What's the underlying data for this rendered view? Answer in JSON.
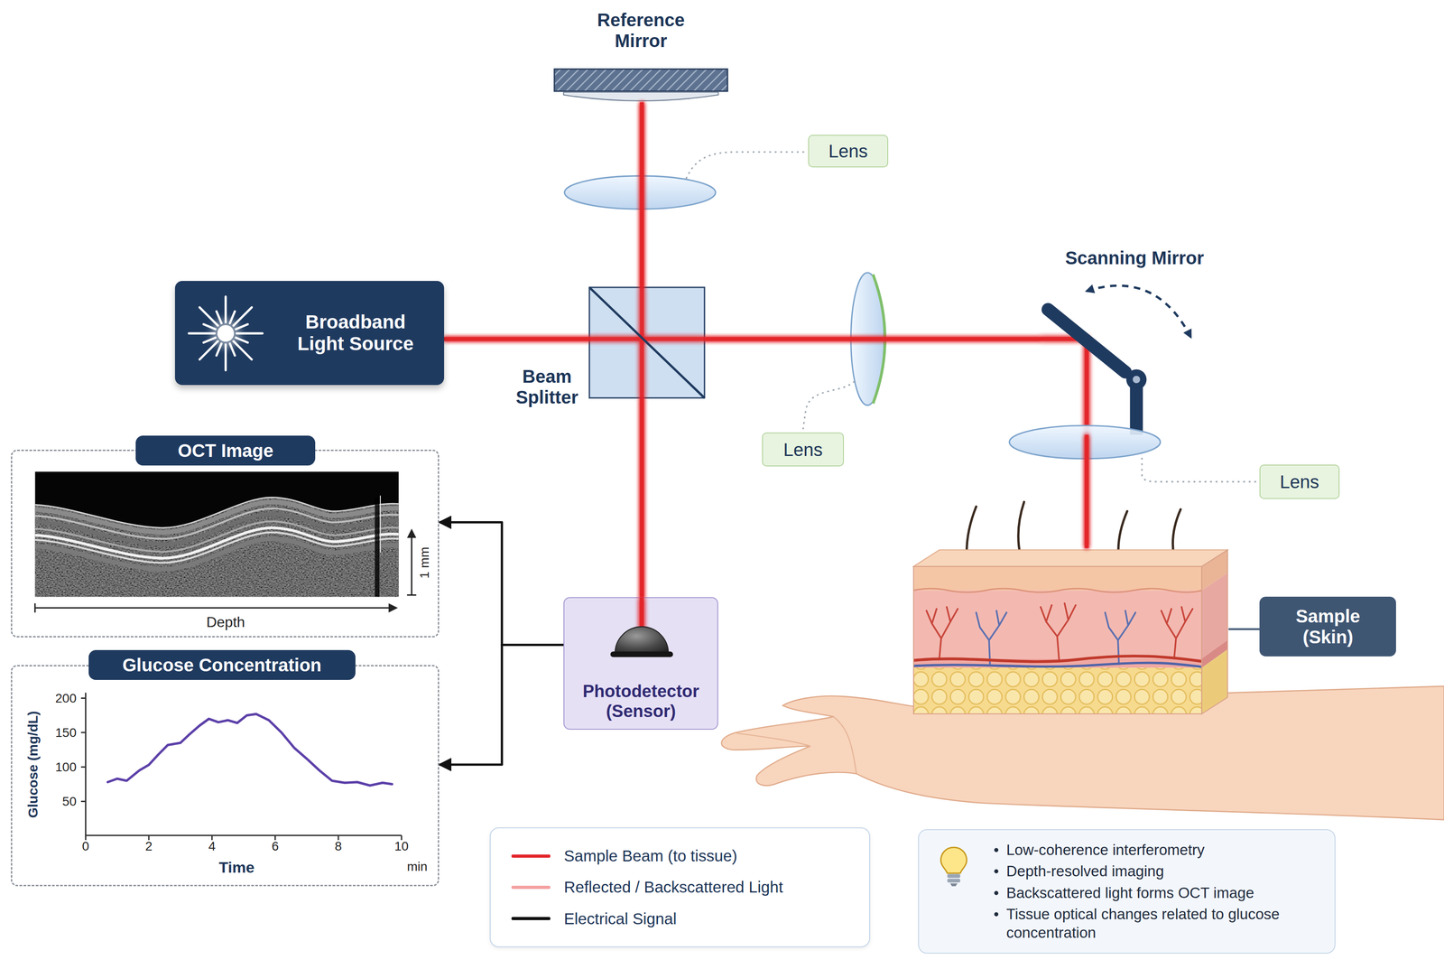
{
  "diagram": {
    "nodes": [
      {
        "text": [
          "Reference Mirror"
        ]
      },
      {
        "text": [
          "Lens"
        ]
      },
      {
        "text": [
          "Scanning Mirror"
        ]
      },
      {
        "text": [
          "Broadband Light Source"
        ]
      },
      {
        "text": [
          "Beam Splitter"
        ]
      },
      {
        "text": [
          "Lens"
        ]
      },
      {
        "text": [
          "Lens"
        ]
      },
      {
        "text": [
          "OCT Image"
        ]
      },
      {
        "text": [
          "Sample (Skin)"
        ]
      },
      {
        "text": [
          "Photodetector (Sensor)"
        ]
      },
      {
        "text": [
          "Glucose Concentration"
        ]
      },
      {
        "text": [
          "Low-coherence interferometry",
          "Depth-resolved imaging",
          "Backscattered light forms OCT image",
          "Tissue optical changes related to glucose concentration"
        ]
      }
    ],
    "edges": [
      {
        "from": 3,
        "to": 4,
        "arrow": "none"
      },
      {
        "from": 4,
        "to": 0,
        "arrow": "none"
      },
      {
        "from": 4,
        "to": 2,
        "arrow": "none"
      },
      {
        "from": 2,
        "to": 8,
        "arrow": "none"
      },
      {
        "from": 4,
        "to": 9,
        "arrow": "none"
      },
      {
        "from": 9,
        "to": 7,
        "arrow": "to"
      },
      {
        "from": 9,
        "to": 10,
        "arrow": "to"
      }
    ],
    "labels": [
      "1 mm",
      "Depth",
      "200",
      "150",
      "100",
      "50",
      "Glucose (mg/dL)",
      "0",
      "2",
      "4",
      "6",
      "8",
      "10",
      "Time",
      "min"
    ],
    "legend": [
      {
        "text": "Sample Beam (to tissue)",
        "color": "#e3262c"
      },
      {
        "text": "Reflected / Backscattered Light",
        "color": "#f4a0a0"
      },
      {
        "text": "Electrical Signal",
        "color": "#111111"
      }
    ]
  }
}
